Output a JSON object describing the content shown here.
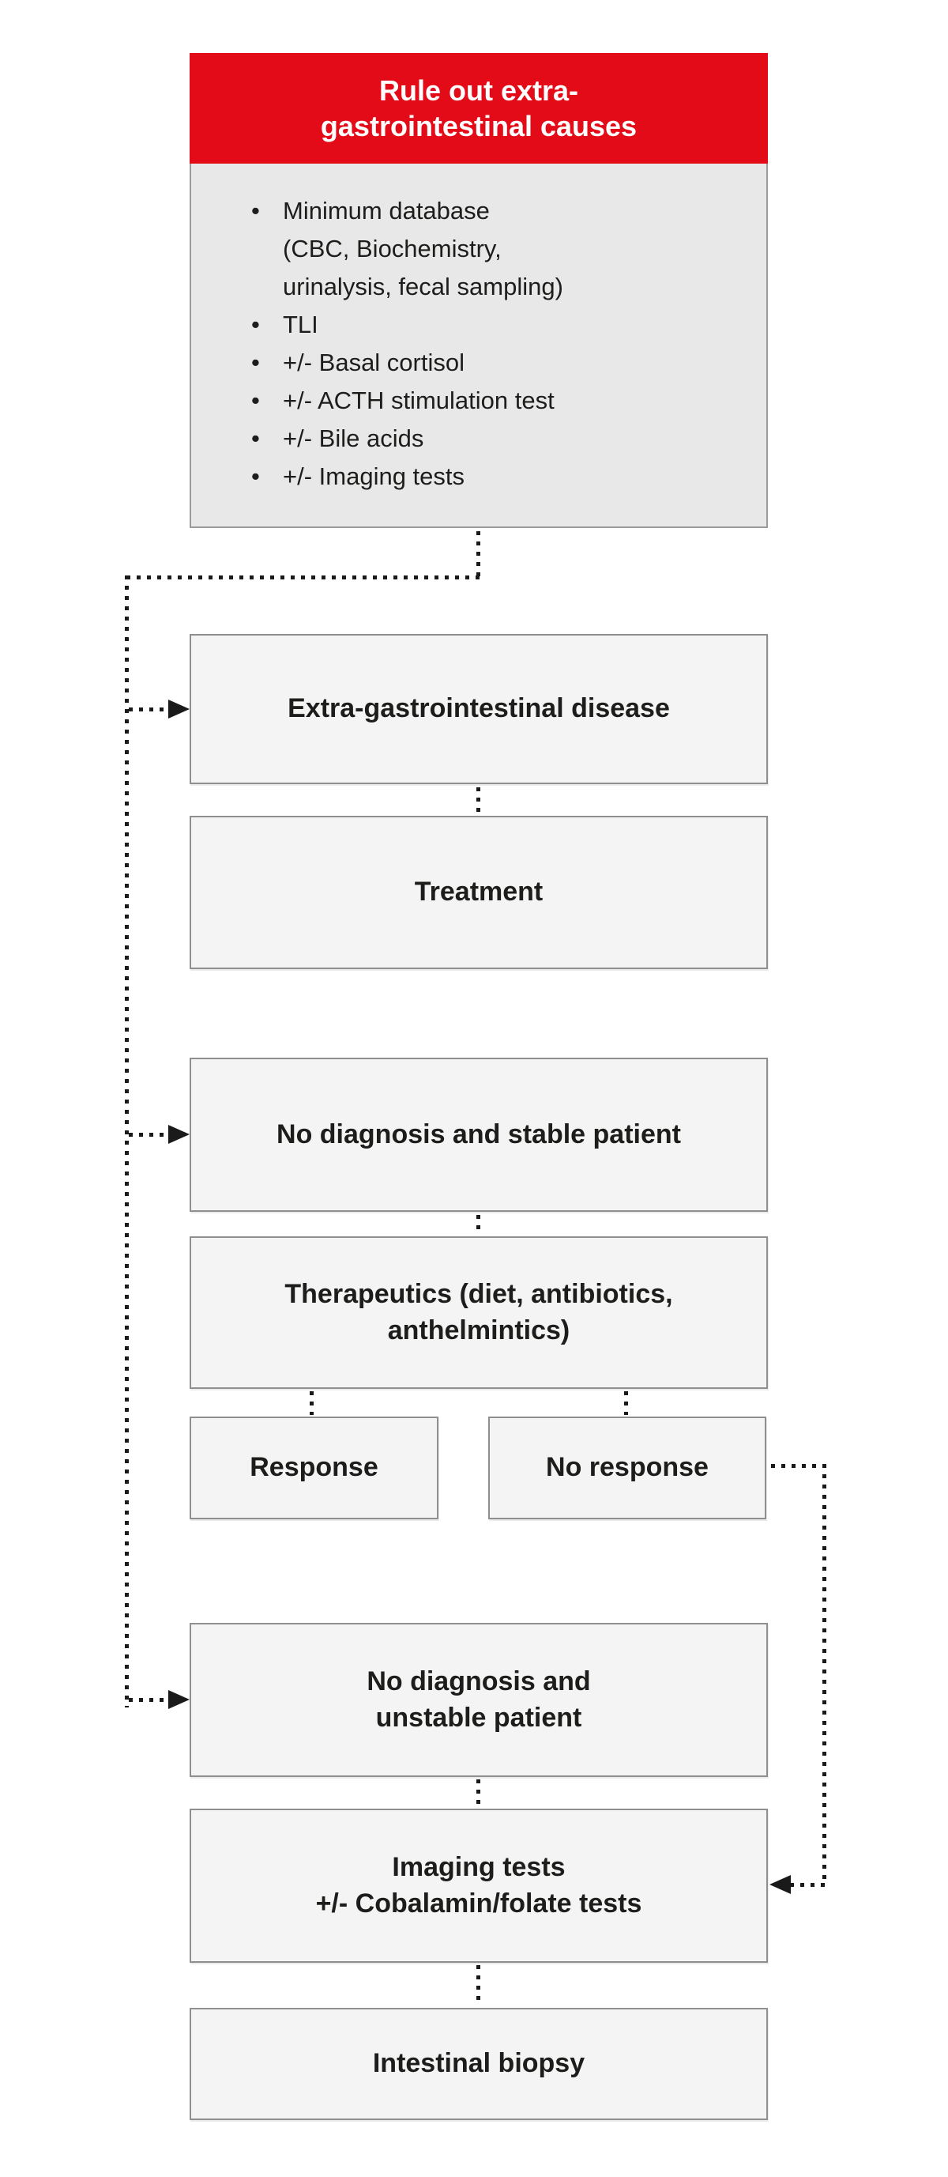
{
  "palette": {
    "red": "#e30b17",
    "flow_box_bg": "#f4f4f4",
    "intake_box_bg": "#e8e8e8",
    "box_border": "#8f8f8f",
    "line_color": "#1a1a1a",
    "header_text_color": "#ffffff",
    "text_color": "#1d1d1b"
  },
  "header": {
    "lines": [
      "Rule out extra-",
      "gastrointestinal causes"
    ]
  },
  "intake": {
    "bullet_glyph": "•",
    "items": [
      [
        "Minimum database",
        "(CBC, Biochemistry,",
        "urinalysis, fecal sampling)"
      ],
      [
        "TLI"
      ],
      [
        "+/- Basal cortisol"
      ],
      [
        "+/- ACTH stimulation test"
      ],
      [
        "+/- Bile acids"
      ],
      [
        "+/- Imaging tests"
      ]
    ]
  },
  "flow": {
    "extra_gi_disease": {
      "lines": [
        "Extra-gastrointestinal disease"
      ]
    },
    "treatment": {
      "lines": [
        "Treatment"
      ]
    },
    "no_diag_stable": {
      "lines": [
        "No diagnosis and stable patient"
      ]
    },
    "therapeutics": {
      "lines": [
        "Therapeutics (diet, antibiotics,",
        "anthelmintics)"
      ]
    },
    "response": {
      "lines": [
        "Response"
      ]
    },
    "no_response": {
      "lines": [
        "No response"
      ]
    },
    "no_diag_unstable": {
      "lines": [
        "No diagnosis and",
        "unstable patient"
      ]
    },
    "imaging": {
      "lines": [
        "Imaging tests",
        "+/- Cobalamin/folate tests"
      ]
    },
    "biopsy": {
      "lines": [
        "Intestinal biopsy"
      ]
    }
  }
}
